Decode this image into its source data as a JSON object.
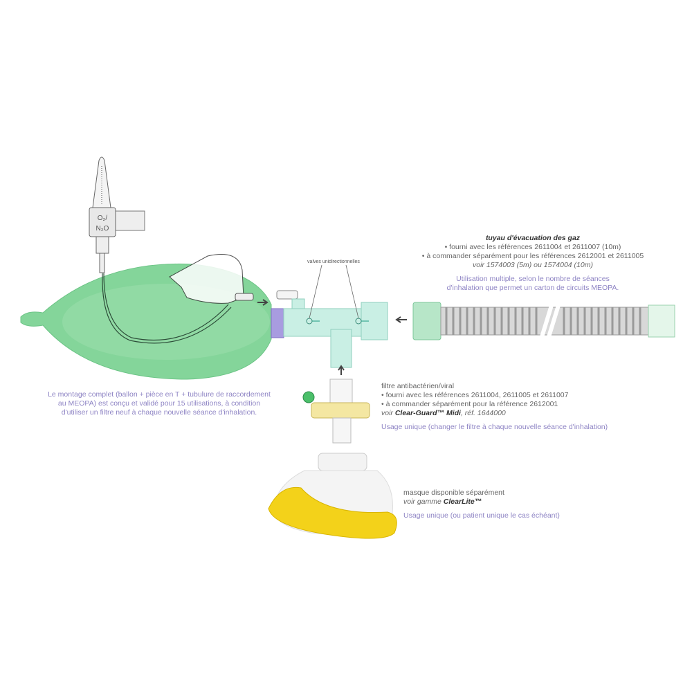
{
  "flowmeter_label": {
    "line1": "O₂/",
    "line2": "N₂O"
  },
  "valves_label": "valves unidirectionnelles",
  "hose": {
    "title": "tuyau d'évacuation des gaz",
    "line1": "• fourni avec les références 2611004 et 2611007 (10m)",
    "line2": "• à commander séparément pour les références 2612001 et 2611005",
    "line3": "voir 1574003 (5m) ou 1574004 (10m)",
    "note1": "Utilisation multiple, selon le nombre de séances",
    "note2": "d'inhalation que permet un carton de circuits MEOPA."
  },
  "assembly": {
    "line1": "Le montage complet (ballon + pièce en T + tubulure de raccordement",
    "line2": "au MEOPA) est conçu et validé pour 15 utilisations, à condition",
    "line3": "d'utiliser un filtre neuf à chaque nouvelle séance d'inhalation."
  },
  "filter": {
    "title": "filtre antibactérien/viral",
    "line1": "• fourni avec les références 2611004, 2611005 et 2611007",
    "line2": "• à commander séparément pour la référence 2612001",
    "see_prefix": "voir",
    "product": "Clear-Guard™ Midi",
    "ref": ", réf. 1644000",
    "note": "Usage unique (changer le filtre à chaque nouvelle séance d'inhalation)"
  },
  "mask": {
    "title": "masque disponible séparément",
    "see_prefix": "voir gamme",
    "product": "ClearLite™",
    "note": "Usage unique (ou patient unique le cas échéant)"
  },
  "colors": {
    "bag": "#7fd394",
    "tpiece": "#c9efe4",
    "purple_text": "#8e84c4",
    "mask_yellow": "#f3d21a"
  }
}
